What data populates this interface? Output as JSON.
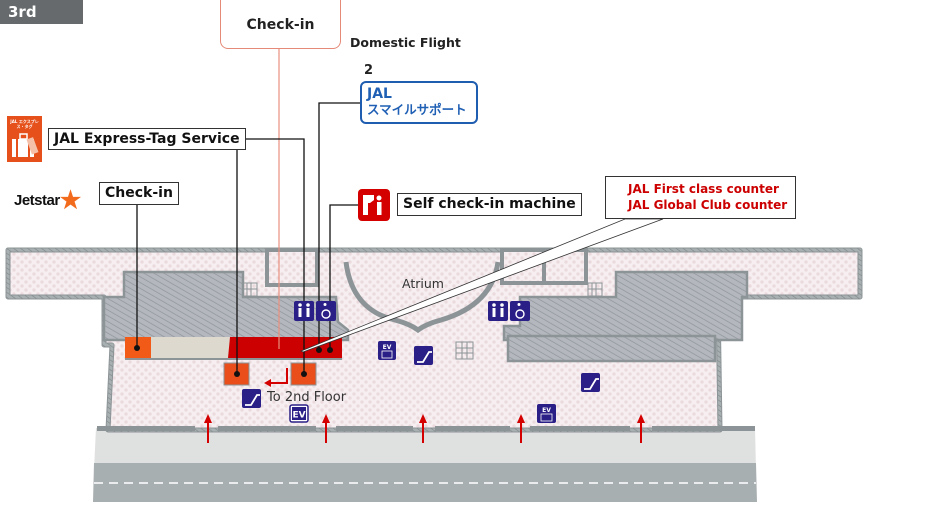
{
  "floor": {
    "label": "3rd Floor"
  },
  "header": {
    "checkin_label": "Check-in",
    "subtitle": "Domestic Flight"
  },
  "jal_smile_support": {
    "number": "2",
    "line1": "JAL",
    "line2": "スマイルサポート"
  },
  "express_tag": {
    "icon_text": "JAL エクスプレス・タグ",
    "label": "JAL Express-Tag Service"
  },
  "jetstar": {
    "brand": "Jetstar",
    "label": "Check-in",
    "brand_color": "#f26b1d"
  },
  "self_checkin": {
    "label": "Self check-in machine",
    "color": "#d40000"
  },
  "premium_counter": {
    "line1": "JAL First class counter",
    "line2": "JAL Global Club counter",
    "color": "#cc0000"
  },
  "map": {
    "atrium_label": "Atrium",
    "to_2nd_floor": "To 2nd Floor",
    "ev_label": "EV",
    "icons": [
      "restroom-icon",
      "accessible-restroom-icon",
      "elevator-icon",
      "escalator-icon",
      "stairs-icon",
      "accessible-elevator-icon",
      "entrance-arrow-icon"
    ],
    "colors": {
      "counter_red": "#cc0000",
      "jetstar_orange": "#f25a18",
      "express_tag_orange": "#e94e1b",
      "beige_counter": "#ded9cf",
      "icon_navy": "#2a1f86",
      "wall_gray": "#8c9497",
      "road_gray": "#a8afb1",
      "sidewalk_gray": "#dfe0e0"
    }
  }
}
